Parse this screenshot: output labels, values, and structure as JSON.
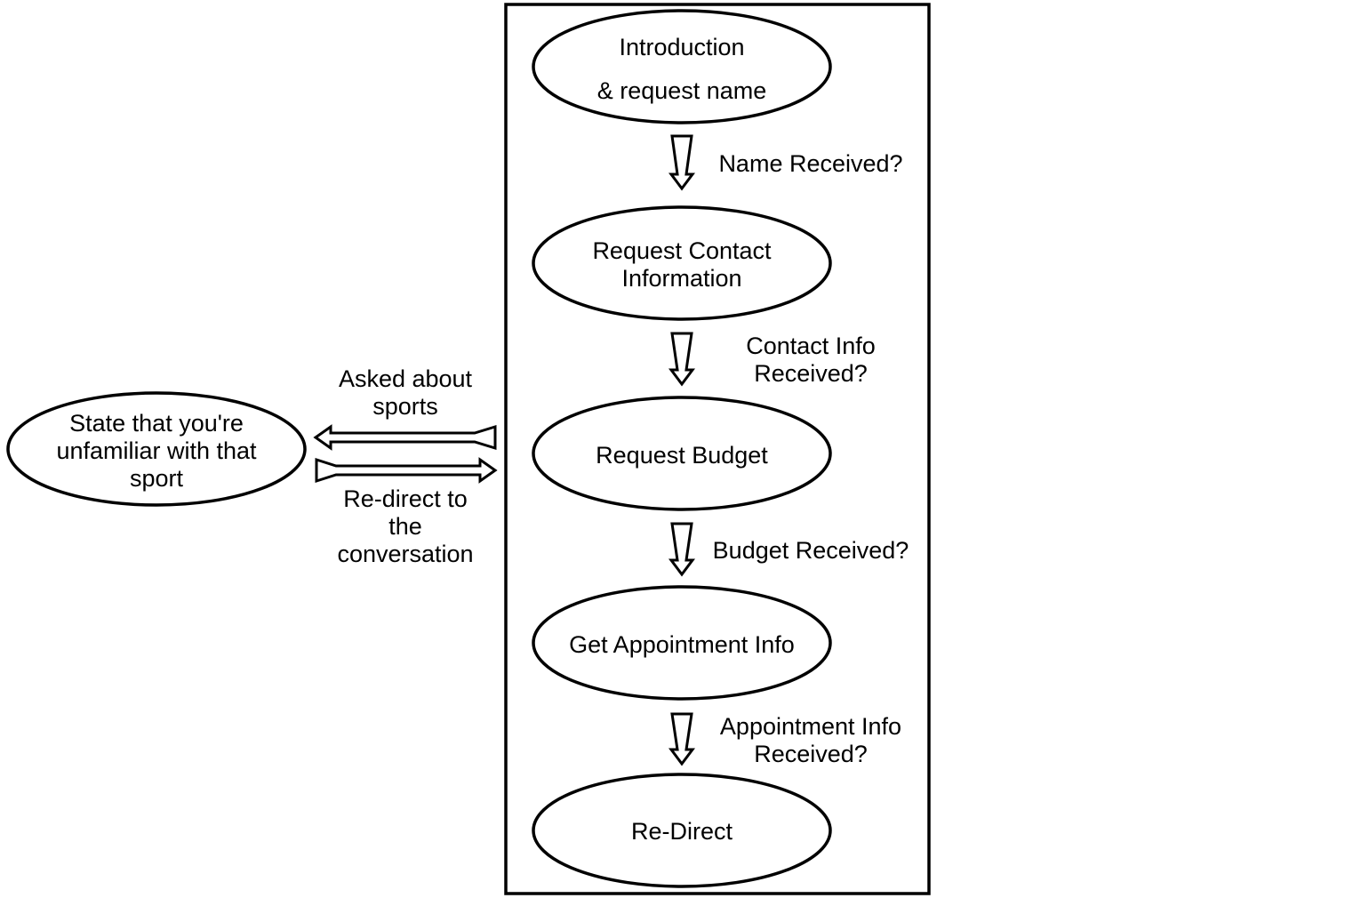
{
  "diagram": {
    "nodes": {
      "intro": {
        "line1": "Introduction",
        "line2": "& request name"
      },
      "contact": {
        "line1": "Request Contact",
        "line2": "Information"
      },
      "budget": {
        "line1": "Request Budget"
      },
      "appointment": {
        "line1": "Get Appointment Info"
      },
      "redirect": {
        "line1": "Re-Direct"
      },
      "unfamiliar": {
        "line1": "State that you're",
        "line2": "unfamiliar with that",
        "line3": "sport"
      }
    },
    "edges": {
      "name_received": {
        "line1": "Name Received?"
      },
      "contact_received": {
        "line1": "Contact Info",
        "line2": "Received?"
      },
      "budget_received": {
        "line1": "Budget Received?"
      },
      "appointment_received": {
        "line1": "Appointment Info",
        "line2": "Received?"
      },
      "asked_sports": {
        "line1": "Asked about",
        "line2": "sports"
      },
      "redirect_conversation": {
        "line1": "Re-direct to",
        "line2": "the",
        "line3": "conversation"
      }
    }
  }
}
